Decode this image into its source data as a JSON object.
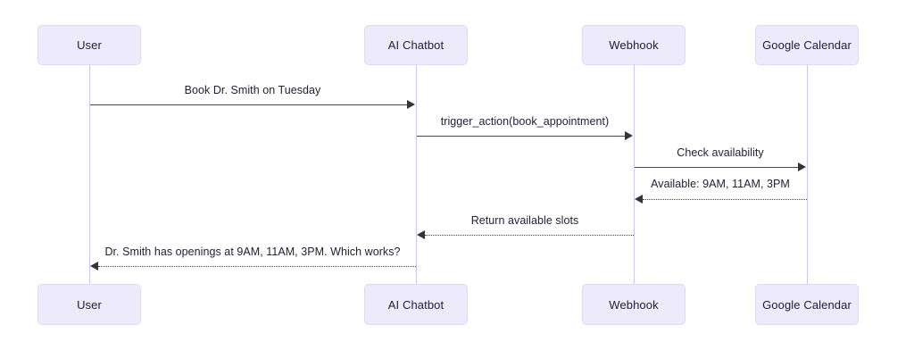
{
  "diagram": {
    "type": "sequence-diagram",
    "colors": {
      "participant_fill": "#ECEAFB",
      "participant_border": "#DEDAF6",
      "lifeline": "#CDC6F0",
      "arrow": "#33333b",
      "text": "#232036",
      "background": "#ffffff"
    },
    "participants": [
      {
        "id": "user",
        "label": "User"
      },
      {
        "id": "ai_chatbot",
        "label": "AI Chatbot"
      },
      {
        "id": "webhook",
        "label": "Webhook"
      },
      {
        "id": "google_calendar",
        "label": "Google Calendar"
      }
    ],
    "messages": [
      {
        "id": "m1",
        "label": "Book Dr. Smith on Tuesday",
        "from": "user",
        "to": "ai_chatbot",
        "style": "solid",
        "direction": "right"
      },
      {
        "id": "m2",
        "label": "trigger_action(book_appointment)",
        "from": "ai_chatbot",
        "to": "webhook",
        "style": "solid",
        "direction": "right"
      },
      {
        "id": "m3",
        "label": "Check availability",
        "from": "webhook",
        "to": "google_calendar",
        "style": "solid",
        "direction": "right"
      },
      {
        "id": "m4",
        "label": "Available: 9AM, 11AM, 3PM",
        "from": "google_calendar",
        "to": "webhook",
        "style": "dotted",
        "direction": "left"
      },
      {
        "id": "m5",
        "label": "Return available slots",
        "from": "webhook",
        "to": "ai_chatbot",
        "style": "dotted",
        "direction": "left"
      },
      {
        "id": "m6",
        "label": "Dr. Smith has openings at 9AM, 11AM, 3PM. Which works?",
        "from": "ai_chatbot",
        "to": "user",
        "style": "dotted",
        "direction": "left"
      }
    ]
  }
}
